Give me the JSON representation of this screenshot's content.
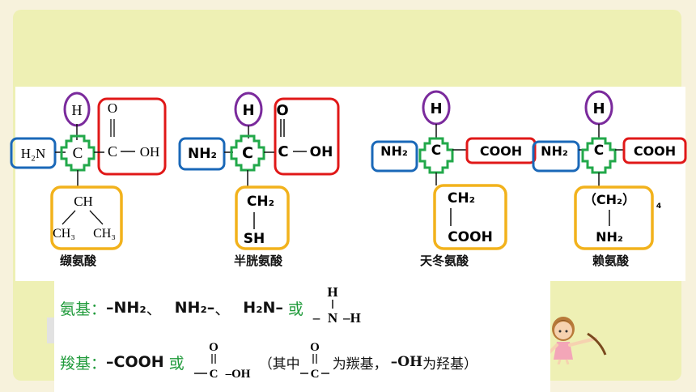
{
  "colors": {
    "background": "#eef0b4",
    "purple_circle": "#7a2a9c",
    "red_box": "#e01818",
    "blue_box": "#1a68b8",
    "green_cross": "#22a84a",
    "orange_box": "#f2b21c",
    "green_text": "#1f9a3a"
  },
  "amino_acids": [
    {
      "name": "缬氨酸",
      "h": "H",
      "amino": "H₂N",
      "carbon": "C",
      "carboxyl_o": "O",
      "carboxyl_c": "C",
      "carboxyl_oh": "OH",
      "r_top": "CH",
      "r_left": "CH₃",
      "r_right": "CH₃"
    },
    {
      "name": "半胱氨酸",
      "h": "H",
      "amino": "NH₂",
      "carbon": "C",
      "carboxyl_o": "O",
      "carboxyl_c": "C",
      "carboxyl_oh": "OH",
      "r_top": "CH₂",
      "r_bottom": "SH"
    },
    {
      "name": "天冬氨酸",
      "h": "H",
      "amino": "NH₂",
      "carbon": "C",
      "carboxyl": "COOH",
      "r_top": "CH₂",
      "r_bottom": "COOH"
    },
    {
      "name": "赖氨酸",
      "h": "H",
      "amino": "NH₂",
      "carbon": "C",
      "carboxyl": "COOH",
      "r_top": "（CH₂）",
      "r_subscript": "4",
      "r_bottom": "NH₂"
    }
  ],
  "groups": {
    "amino": {
      "label": "氨基：",
      "forms": [
        "–NH₂",
        "NH₂–",
        "H₂N–"
      ],
      "separator": "、",
      "or": "或",
      "structural": {
        "h": "H",
        "n": "N",
        "left_bond": "–",
        "right": "–H"
      }
    },
    "carboxyl": {
      "label": "羧基：",
      "form": "–COOH",
      "or": "或",
      "structural": {
        "o": "O",
        "c": "C",
        "oh": "–OH"
      },
      "note_open": "（其中",
      "note_carbonyl_o": "O",
      "note_carbonyl_c": "C",
      "note_mid": "为羰基，",
      "note_oh": "–OH",
      "note_end": "为羟基）"
    }
  }
}
